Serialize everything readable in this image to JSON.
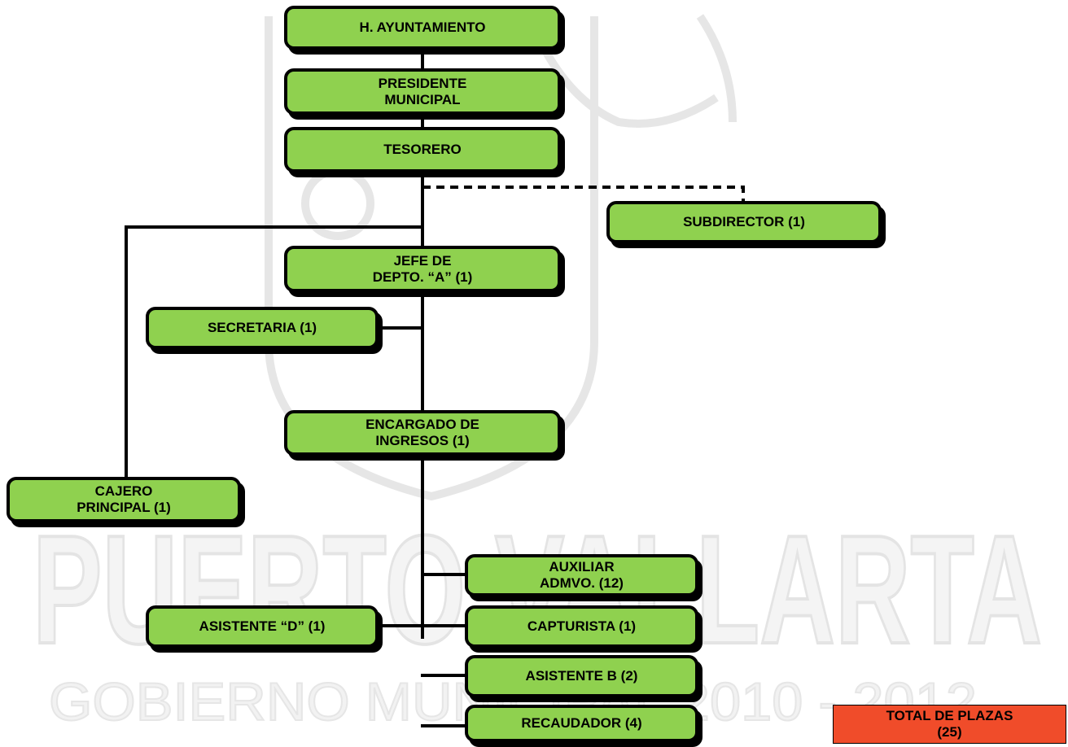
{
  "watermark": {
    "city": "PUERTO VALLARTA",
    "government": "GOBIERNO MUNICIPAL 2010 - 2012"
  },
  "org_chart": {
    "ayuntamiento": "H. AYUNTAMIENTO",
    "presidente": "PRESIDENTE\nMUNICIPAL",
    "tesorero": "TESORERO",
    "subdirector": "SUBDIRECTOR  (1)",
    "jefe_depto": "JEFE DE\nDEPTO. “A” (1)",
    "secretaria": "SECRETARIA (1)",
    "encargado_ingresos": "ENCARGADO DE\nINGRESOS (1)",
    "cajero_principal": "CAJERO\nPRINCIPAL (1)",
    "auxiliar_admvo": "AUXILIAR\nADMVO. (12)",
    "asistente_d": "ASISTENTE “D” (1)",
    "capturista": "CAPTURISTA (1)",
    "asistente_b": "ASISTENTE B (2)",
    "recaudador": "RECAUDADOR (4)",
    "total_plazas": "TOTAL DE PLAZAS\n(25)"
  },
  "colors": {
    "node_fill": "#8fd14f",
    "total_fill": "#f04c2a",
    "watermark": "#dddddd"
  }
}
